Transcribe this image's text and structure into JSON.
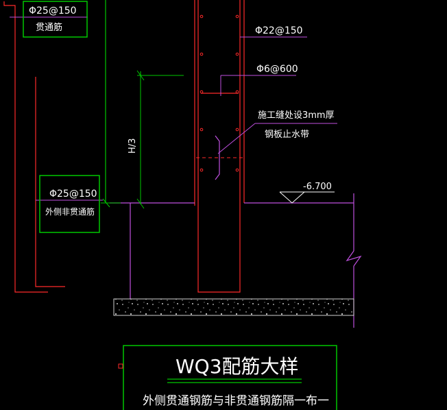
{
  "labels": {
    "top_rebar_spec": "Φ25@150",
    "top_rebar_name": "贯通筋",
    "vert_rebar": "Φ22@150",
    "tie_rebar": "Φ6@600",
    "waterstop_line1": "施工缝处设3mm厚",
    "waterstop_line2": "钢板止水带",
    "dim_label": "H/3",
    "elevation": "-6.700",
    "left_rebar_spec": "Φ25@150",
    "left_rebar_name": "外侧非贯通筋"
  },
  "title_block": {
    "title": "WQ3配筋大样",
    "subtitle": "外侧贯通钢筋与非贯通钢筋隔一布一"
  },
  "colors": {
    "background": "#000000",
    "rebar": "#ff2a2a",
    "leader": "#c050e0",
    "frame": "#00c800",
    "text": "#ffffff"
  }
}
